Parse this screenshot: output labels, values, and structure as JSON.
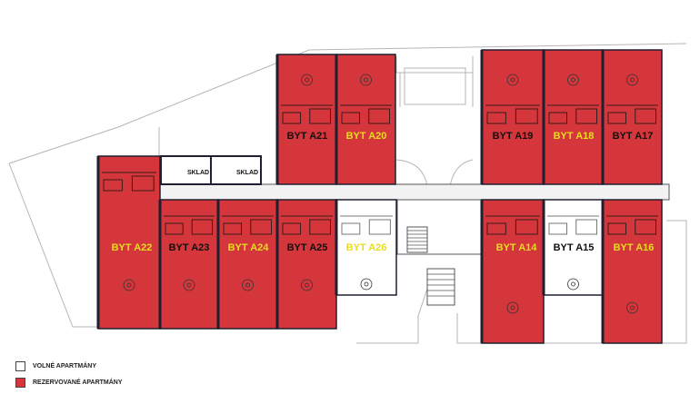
{
  "colors": {
    "reserved": "#d4363b",
    "free": "#ffffff",
    "wall": "#1f1f30",
    "outline": "#a9a9a9",
    "label_on_reserved": "#111111",
    "label_on_reserved_alt": "#e8dc1f",
    "label_free": "#e8dc1f"
  },
  "apartments": [
    {
      "id": "A21",
      "label": "BYT A21",
      "status": "reserved",
      "label_color": "dark"
    },
    {
      "id": "A20",
      "label": "BYT A20",
      "status": "reserved",
      "label_color": "yellow"
    },
    {
      "id": "A19",
      "label": "BYT A19",
      "status": "reserved",
      "label_color": "dark"
    },
    {
      "id": "A18",
      "label": "BYT A18",
      "status": "reserved",
      "label_color": "yellow"
    },
    {
      "id": "A17",
      "label": "BYT A17",
      "status": "reserved",
      "label_color": "dark"
    },
    {
      "id": "A22",
      "label": "BYT A22",
      "status": "reserved",
      "label_color": "yellow"
    },
    {
      "id": "A23",
      "label": "BYT A23",
      "status": "reserved",
      "label_color": "dark"
    },
    {
      "id": "A24",
      "label": "BYT A24",
      "status": "reserved",
      "label_color": "yellow"
    },
    {
      "id": "A25",
      "label": "BYT A25",
      "status": "reserved",
      "label_color": "dark"
    },
    {
      "id": "A26",
      "label": "BYT A26",
      "status": "free",
      "label_color": "yellow"
    },
    {
      "id": "A14",
      "label": "BYT A14",
      "status": "reserved",
      "label_color": "yellow"
    },
    {
      "id": "A15",
      "label": "BYT A15",
      "status": "free",
      "label_color": "dark"
    },
    {
      "id": "A16",
      "label": "BYT A16",
      "status": "reserved",
      "label_color": "yellow"
    }
  ],
  "storage_rooms": [
    "SKLAD",
    "SKLAD"
  ],
  "legend": [
    {
      "label": "VOLNÉ APARTMÁNY",
      "status": "free"
    },
    {
      "label": "REZERVOVANÉ APARTMÁNY",
      "status": "reserved"
    }
  ]
}
